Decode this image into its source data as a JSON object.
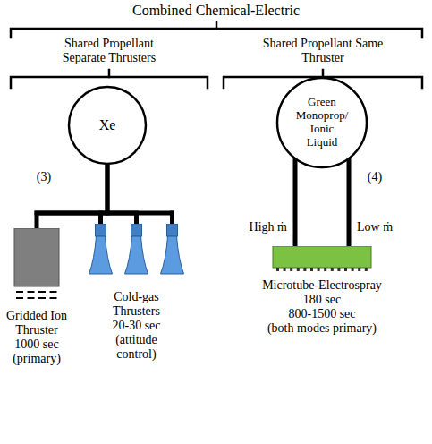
{
  "diagram": {
    "title": "Combined Chemical-Electric",
    "nodes": [
      {
        "text": [
          "Xe"
        ]
      },
      {
        "text": [
          "Gridded Ion Thruster",
          "1000 sec (primary)"
        ]
      },
      {
        "text": [
          "Cold-gas Thrusters",
          "20-30 sec (attitude control)"
        ]
      },
      {
        "text": [
          "Green Monoprop/ Ionic Liquid"
        ]
      },
      {
        "text": [
          "Microtube-Electrospray",
          "180 sec",
          "800-1500 sec",
          "(both modes primary)"
        ]
      }
    ],
    "edges": [
      {
        "from": 0,
        "to": 1,
        "arrow": "none"
      },
      {
        "from": 0,
        "to": 2,
        "arrow": "none"
      },
      {
        "from": 3,
        "to": 4,
        "label": "High ṁ",
        "arrow": "none"
      },
      {
        "from": 3,
        "to": 4,
        "label": "Low ṁ",
        "arrow": "none"
      }
    ],
    "labels": [
      "Shared Propellant Separate Thrusters",
      "Shared Propellant Same Thruster",
      "(3)",
      "(4)"
    ]
  }
}
